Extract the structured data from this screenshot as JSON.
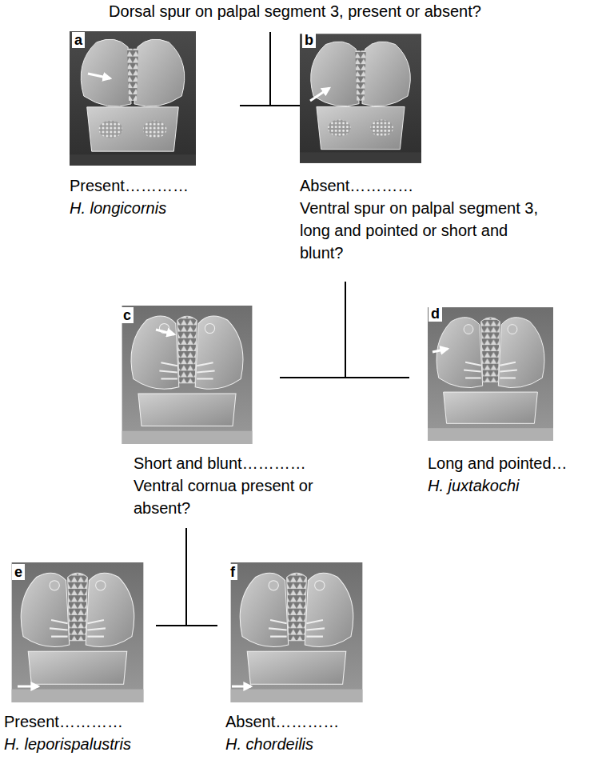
{
  "diagram": {
    "title": "Dorsal spur on palpal segment 3, present or absent?",
    "nodes": [
      {
        "text": [
          "a",
          "Present…………",
          "H. longicornis"
        ]
      },
      {
        "text": [
          "b",
          "Absent…………",
          "Ventral spur on palpal segment 3, long and pointed or short and blunt?"
        ]
      },
      {
        "text": [
          "c",
          "Short and blunt…………",
          "Ventral cornua present or absent?"
        ]
      },
      {
        "text": [
          "d",
          "Long and pointed…",
          "H. juxtakochi"
        ]
      },
      {
        "text": [
          "e",
          "Present…………",
          "H. leporispalustris"
        ]
      },
      {
        "text": [
          "f",
          "Absent…………",
          "H. chordeilis"
        ]
      }
    ]
  }
}
